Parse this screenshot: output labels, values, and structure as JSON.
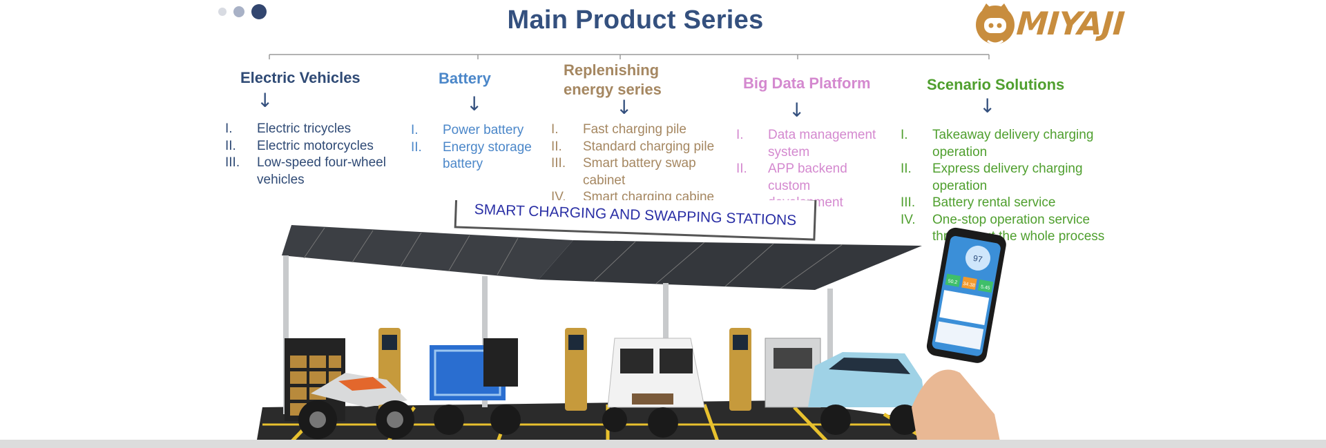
{
  "header": {
    "title": "Main Product Series",
    "logo_text": "MIYAJI",
    "carousel_dots": 3,
    "active_dot": 3
  },
  "series": [
    {
      "heading": "Electric Vehicles",
      "color": "#2f4a75",
      "items": [
        {
          "num": "I.",
          "text": "Electric tricycles"
        },
        {
          "num": "II.",
          "text": "Electric motorcycles"
        },
        {
          "num": "III.",
          "text": "Low-speed four-wheel vehicles"
        }
      ]
    },
    {
      "heading": "Battery",
      "color": "#4b87c9",
      "items": [
        {
          "num": "I.",
          "text": "Power battery"
        },
        {
          "num": "II.",
          "text": "Energy storage battery"
        }
      ]
    },
    {
      "heading": "Replenishing energy series",
      "color": "#a58761",
      "items": [
        {
          "num": "I.",
          "text": "Fast charging pile"
        },
        {
          "num": "II.",
          "text": "Standard charging pile"
        },
        {
          "num": "III.",
          "text": "Smart battery swap cabinet"
        },
        {
          "num": "IV.",
          "text": "Smart charging cabine"
        }
      ]
    },
    {
      "heading": "Big Data Platform",
      "color": "#d489cf",
      "items": [
        {
          "num": "I.",
          "text": "Data management system"
        },
        {
          "num": "II.",
          "text": "APP backend custom development"
        }
      ]
    },
    {
      "heading": "Scenario Solutions",
      "color": "#4f9f2e",
      "items": [
        {
          "num": "I.",
          "text": "Takeaway delivery charging operation"
        },
        {
          "num": "II.",
          "text": "Express delivery charging operation"
        },
        {
          "num": "III.",
          "text": "Battery rental service"
        },
        {
          "num": "IV.",
          "text": "One-stop operation service throughout the whole process"
        }
      ]
    }
  ],
  "illustration": {
    "sign_text": "SMART CHARGING AND SWAPPING STATIONS",
    "phone_score": "97",
    "phone_stats": [
      "50.2",
      "34.38",
      "5.45"
    ]
  },
  "icons": {
    "arrow": "down-arrow-icon",
    "logo": "miyaji-mascot-icon"
  }
}
